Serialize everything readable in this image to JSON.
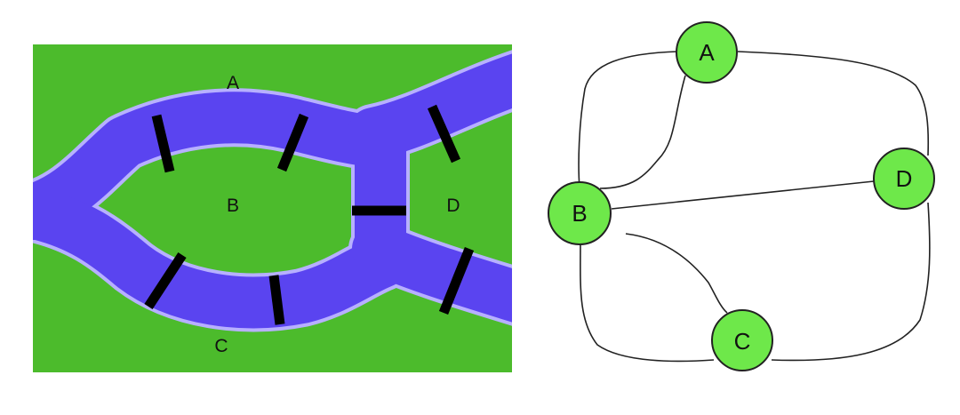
{
  "map": {
    "colors": {
      "land": "#4cbb2c",
      "water": "#5a44f0",
      "bank": "#b7b0ff",
      "bridge": "#000000"
    },
    "regions": [
      {
        "id": "A",
        "label": "A"
      },
      {
        "id": "B",
        "label": "B"
      },
      {
        "id": "C",
        "label": "C"
      },
      {
        "id": "D",
        "label": "D"
      }
    ],
    "bridges": [
      {
        "name": "bridge-a-b-west",
        "connects": [
          "A",
          "B"
        ]
      },
      {
        "name": "bridge-a-b-east",
        "connects": [
          "A",
          "B"
        ]
      },
      {
        "name": "bridge-a-d",
        "connects": [
          "A",
          "D"
        ]
      },
      {
        "name": "bridge-b-d",
        "connects": [
          "B",
          "D"
        ]
      },
      {
        "name": "bridge-b-c-west",
        "connects": [
          "B",
          "C"
        ]
      },
      {
        "name": "bridge-b-c-east",
        "connects": [
          "B",
          "C"
        ]
      },
      {
        "name": "bridge-c-d",
        "connects": [
          "C",
          "D"
        ]
      }
    ]
  },
  "graph": {
    "colors": {
      "node_fill": "#6ee84a",
      "node_stroke": "#222222",
      "edge": "#222222"
    },
    "nodes": [
      {
        "id": "A",
        "label": "A"
      },
      {
        "id": "B",
        "label": "B"
      },
      {
        "id": "C",
        "label": "C"
      },
      {
        "id": "D",
        "label": "D"
      }
    ],
    "edges": [
      {
        "name": "edge-a-b-outer",
        "from": "A",
        "to": "B"
      },
      {
        "name": "edge-a-b-inner",
        "from": "A",
        "to": "B"
      },
      {
        "name": "edge-a-d",
        "from": "A",
        "to": "D"
      },
      {
        "name": "edge-b-d",
        "from": "B",
        "to": "D"
      },
      {
        "name": "edge-b-c-outer",
        "from": "B",
        "to": "C"
      },
      {
        "name": "edge-b-c-inner",
        "from": "B",
        "to": "C"
      },
      {
        "name": "edge-c-d",
        "from": "C",
        "to": "D"
      }
    ]
  }
}
